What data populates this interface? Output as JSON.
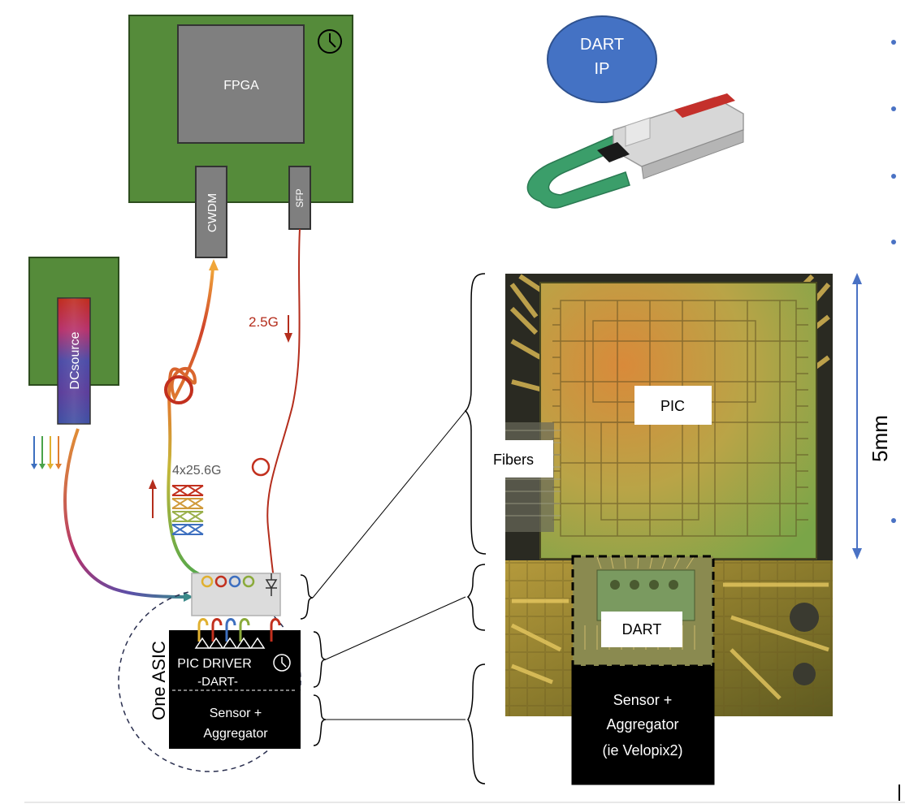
{
  "board": {
    "fpga_label": "FPGA",
    "cwdm_label": "CWDM",
    "sfp_label": "SFP"
  },
  "dc_source_label": "DCsource",
  "links": {
    "downlink_label": "2.5G",
    "uplink_label": "4x25.6G"
  },
  "dart_ip_line1": "DART",
  "dart_ip_line2": "IP",
  "asic": {
    "group_label": "One ASIC",
    "pic_driver_label": "PIC DRIVER",
    "dart_label": "-DART-",
    "sensor_line1": "Sensor +",
    "sensor_line2": "Aggregator"
  },
  "photo": {
    "pic_label": "PIC",
    "fibers_label": "Fibers",
    "dart_label": "DART",
    "sensor_line1": "Sensor +",
    "sensor_line2": "Aggregator",
    "sensor_line3": "(ie Velopix2)",
    "scale_label": "5mm"
  },
  "colors": {
    "board_green": "#558b3a",
    "chip_gray": "#7f7f7f",
    "red_fiber": "#b42d1c",
    "scale_blue": "#4a72c4",
    "dart_ip_blue": "#4472c4"
  }
}
